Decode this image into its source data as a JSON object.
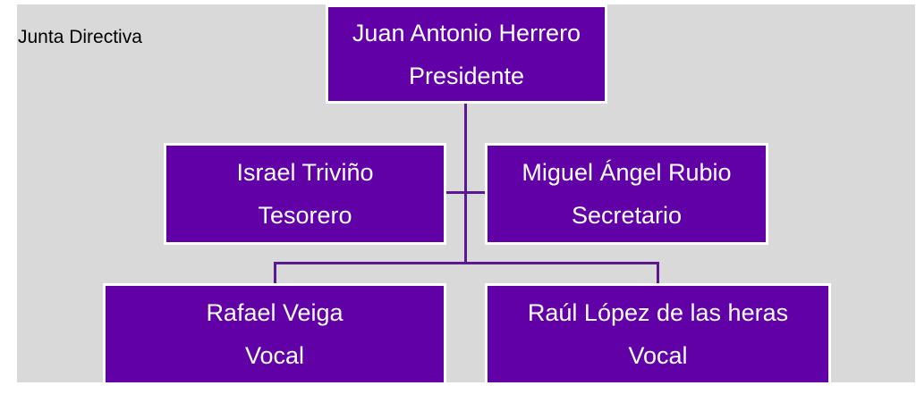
{
  "title": "Junta Directiva",
  "colors": {
    "box": "#6000a6",
    "connector": "#5c1890",
    "background": "#d9d9d9"
  },
  "nodes": {
    "president": {
      "name": "Juan Antonio Herrero",
      "role": "Presidente"
    },
    "treasurer": {
      "name": "Israel Triviño",
      "role": "Tesorero"
    },
    "secretary": {
      "name": "Miguel Ángel Rubio",
      "role": "Secretario"
    },
    "vocal1": {
      "name": "Rafael Veiga",
      "role": "Vocal"
    },
    "vocal2": {
      "name": "Raúl López de las heras",
      "role": "Vocal"
    }
  }
}
